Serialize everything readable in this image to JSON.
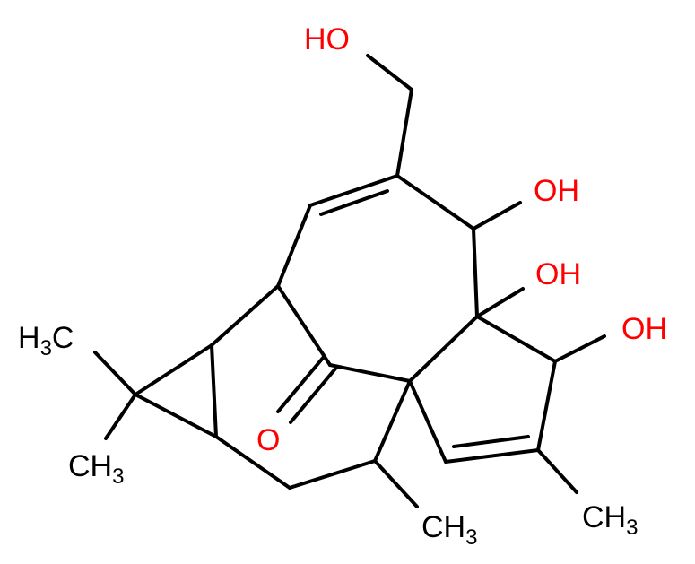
{
  "structure": {
    "colors": {
      "bond": "#000000",
      "oxygen": "#ff0000",
      "carbon": "#000000"
    },
    "labels": {
      "hydroxymethyl_oh": "HO",
      "oh_top": "OH",
      "oh_middle": "OH",
      "oh_right": "OH",
      "ketone_o": "O",
      "methyl_left_upper": {
        "main": "H",
        "sub": "3",
        "tail": "C"
      },
      "methyl_left_lower": {
        "main": "CH",
        "sub": "3"
      },
      "methyl_bottom": {
        "main": "CH",
        "sub": "3"
      },
      "methyl_right": {
        "main": "CH",
        "sub": "3"
      }
    }
  }
}
